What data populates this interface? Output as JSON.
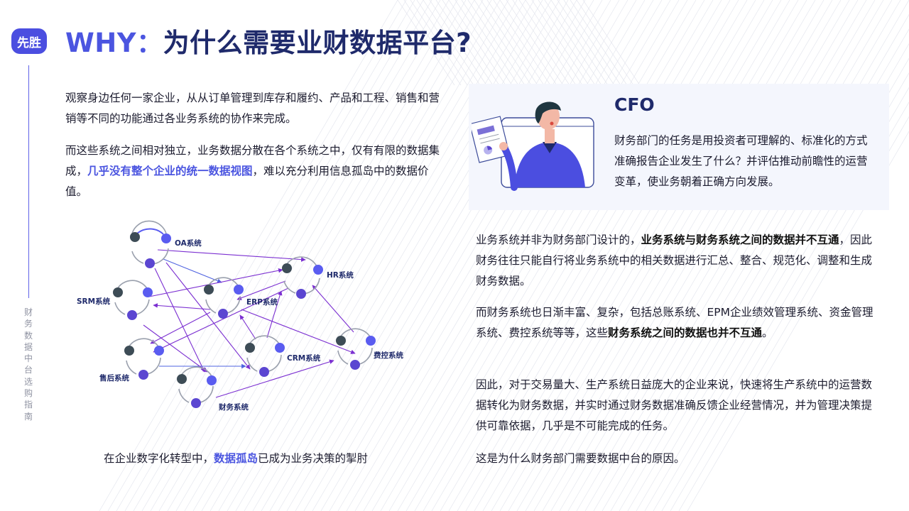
{
  "header": {
    "logo": "先胜",
    "title_prefix": "WHY：",
    "title_main": "为什么需要业财数据平台?",
    "side_label": "财务数据中台选购指南"
  },
  "left": {
    "p1": "观察身边任何一家企业，从从订单管理到库存和履约、产品和工程、销售和营销等不同的功能通过各业务系统的协作来完成。",
    "p2_a": "而这些系统之间相对独立，业务数据分散在各个系统之中，仅有有限的数据集成，",
    "p2_hl": "几乎没有整个企业的统一数据视图",
    "p2_b": "，难以充分利用信息孤岛中的数据价值。",
    "caption_a": "在企业数字化转型中，",
    "caption_hl": "数据孤岛",
    "caption_b": "已成为业务决策的掣肘"
  },
  "diagram": {
    "nodes": [
      "OA系统",
      "HR系统",
      "SRM系统",
      "ERP系统",
      "CRM系统",
      "费控系统",
      "售后系统",
      "财务系统"
    ],
    "colors": {
      "dark": "#3d4c56",
      "blue": "#5a5cf0",
      "violet": "#5b46d1",
      "arrow_purple": "#7b2fd1",
      "arrow_blue": "#4f63e0"
    }
  },
  "cfo": {
    "title": "CFO",
    "text": "财务部门的任务是用投资者可理解的、标准化的方式准确报告企业发生了什么？并评估推动前瞻性的运营变革，使业务朝着正确方向发展。"
  },
  "right": {
    "p1_a": "业务系统并非为财务部门设计的，",
    "p1_b": "业务系统与财务系统之间的数据并不互通",
    "p1_c": "，因此财务往往只能自行将业务系统中的相关数据进行汇总、整合、规范化、调整和生成财务数据。",
    "p2_a": "而财务系统也日渐丰富、复杂，包括总账系统、EPM企业绩效管理系统、资金管理系统、费控系统等等，这些",
    "p2_b": "财务系统之间的数据也并不互通",
    "p2_c": "。",
    "p3": "因此，对于交易量大、生产系统日益庞大的企业来说，快速将生产系统中的运营数据转化为财务数据，并实时通过财务数据准确反馈企业经营情况，并为管理决策提供可靠依据，几乎是不可能完成的任务。",
    "p4": "这是为什么财务部门需要数据中台的原因。"
  },
  "theme": {
    "accent": "#4b55e0",
    "title_navy": "#1f2a6b",
    "card_bg": "#f4f6fd"
  }
}
